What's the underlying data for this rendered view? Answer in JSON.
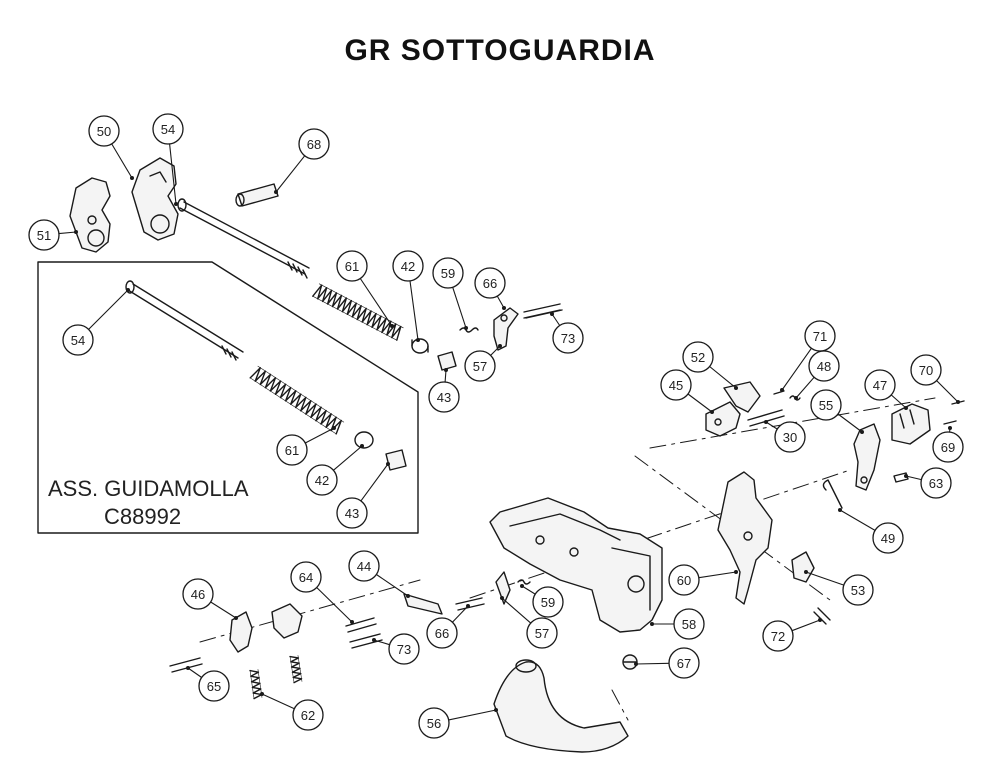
{
  "title": "GR SOTTOGUARDIA",
  "assembly": {
    "line1": "ASS. GUIDAMOLLA",
    "line2": "C88992"
  },
  "callouts": [
    "50",
    "54",
    "68",
    "51",
    "61",
    "42",
    "59",
    "66",
    "73",
    "57",
    "43",
    "54",
    "61",
    "42",
    "43",
    "52",
    "71",
    "45",
    "48",
    "30",
    "47",
    "70",
    "69",
    "55",
    "63",
    "49",
    "60",
    "53",
    "72",
    "44",
    "64",
    "59",
    "66",
    "57",
    "58",
    "46",
    "73",
    "65",
    "62",
    "56",
    "67"
  ]
}
